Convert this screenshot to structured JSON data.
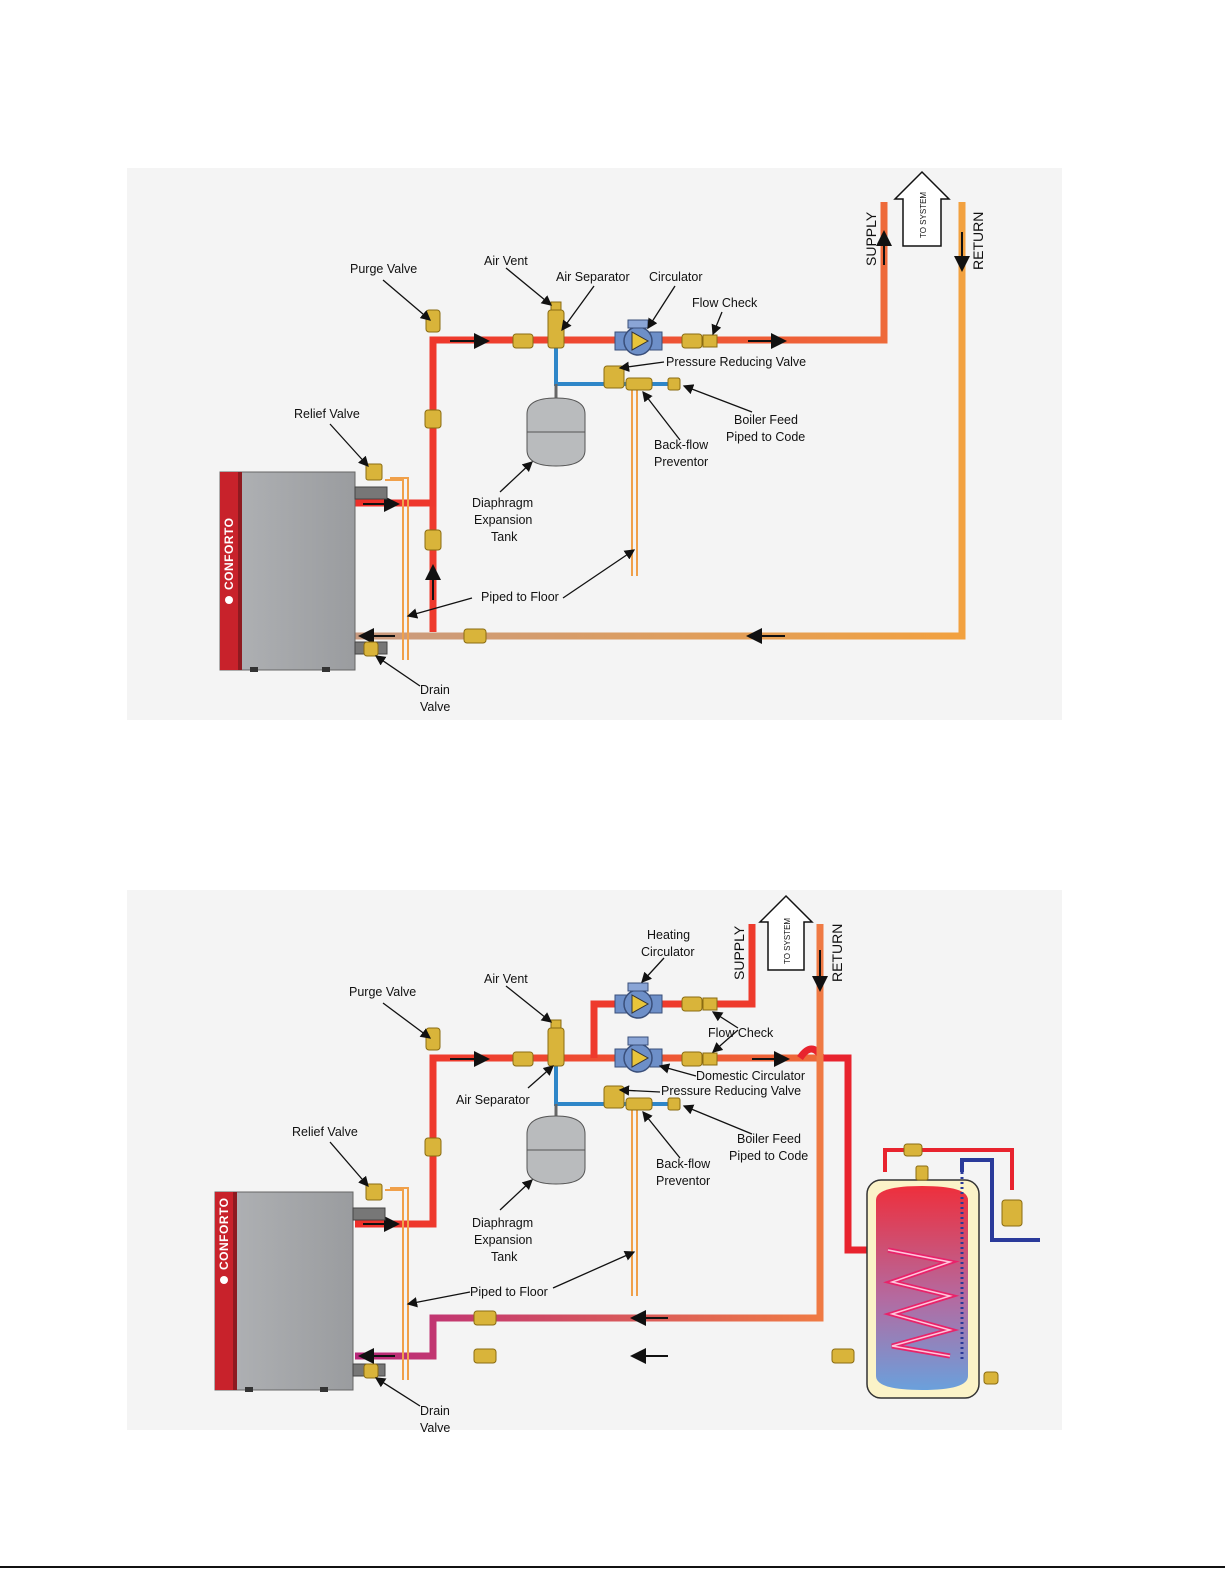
{
  "diagrams": [
    {
      "brand": "CONFORTO",
      "labels": {
        "purge_valve": "Purge Valve",
        "air_vent": "Air Vent",
        "air_separator": "Air Separator",
        "circulator": "Circulator",
        "flow_check": "Flow Check",
        "pressure_reducing_valve": "Pressure Reducing Valve",
        "boiler_feed_1": "Boiler Feed",
        "boiler_feed_2": "Piped to Code",
        "backflow_1": "Back-flow",
        "backflow_2": "Preventor",
        "relief_valve": "Relief Valve",
        "tank_1": "Diaphragm",
        "tank_2": "Expansion",
        "tank_3": "Tank",
        "piped_to_floor": "Piped to Floor",
        "drain_1": "Drain",
        "drain_2": "Valve",
        "supply": "SUPPLY",
        "return": "RETURN",
        "to_system": "TO SYSTEM"
      }
    },
    {
      "brand": "CONFORTO",
      "labels": {
        "heating_circ_1": "Heating",
        "heating_circ_2": "Circulator",
        "air_vent": "Air Vent",
        "purge_valve": "Purge Valve",
        "flow_check": "Flow Check",
        "domestic_circulator": "Domestic Circulator",
        "air_separator": "Air Separator",
        "pressure_reducing_valve": "Pressure Reducing Valve",
        "boiler_feed_1": "Boiler Feed",
        "boiler_feed_2": "Piped to Code",
        "relief_valve": "Relief Valve",
        "backflow_1": "Back-flow",
        "backflow_2": "Preventor",
        "tank_1": "Diaphragm",
        "tank_2": "Expansion",
        "tank_3": "Tank",
        "piped_to_floor": "Piped to Floor",
        "drain_1": "Drain",
        "drain_2": "Valve",
        "supply": "SUPPLY",
        "return": "RETURN",
        "to_system": "TO SYSTEM"
      }
    }
  ],
  "colors": {
    "supply_pipe": "#ee3a2c",
    "return_pipe": "#f0a04a",
    "cold_pipe": "#2e86c8",
    "boiler_body": "#a7a9ac",
    "boiler_brand": "#c8222b",
    "brass": "#d9b43a",
    "tank": "#b9bbbd",
    "pump": "#6d8fc8"
  }
}
